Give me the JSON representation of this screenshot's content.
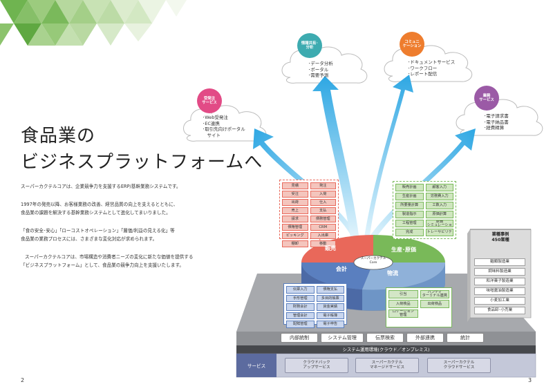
{
  "title_line1": "食品業の",
  "title_line2": "ビジネスプラットフォームへ",
  "body": {
    "p1": "スーパーカクテルコアは、企業競争力を支援するERP/基幹業務システムです。",
    "p2a": "1997年の発売以降、お客様業務の改善、経営品質の向上を支えるとともに、",
    "p2b": "食品業の課題を解決する基幹業務システムとして進化してまいりました。",
    "p3a": "「食の安全･安心」「ローコストオペレーション」「層価/利益の見える化」等",
    "p3b": "食品業の業務プロセスには、さまざまな変化対応が求められます。",
    "p4a": "スーパーカクテルコアは、市場構造や消費者ニーズの変化に新たな価値を提供する",
    "p4b": "「ビジネスプラットフォーム」として、食品業の競争力向上を支援いたします。"
  },
  "page_left": "2",
  "page_right": "3",
  "clouds": {
    "ordering": {
      "badge": "受発注\nサービス",
      "lines": [
        "･Web受発注",
        "･EC連携",
        "･取引先向けポータル",
        "　サイト"
      ]
    },
    "info": {
      "badge": "情報共有･\n分析",
      "lines": [
        "･データ分析",
        "･ポータル",
        "･需要予測"
      ]
    },
    "comm": {
      "badge": "コミュニ\nケーション",
      "lines": [
        "･ドキュメントサービス",
        "･ワークフロー",
        "･レポート配信"
      ]
    },
    "biz": {
      "badge": "業務\nサービス",
      "lines": [
        "･電子請求書",
        "･電子納品書",
        "･経費精算"
      ]
    }
  },
  "sales_panel": [
    "見積",
    "発注",
    "受注",
    "入荷",
    "出荷",
    "仕入",
    "売上",
    "支払",
    "請求",
    "債務管理",
    "債権管理",
    "CRM",
    "ピッキング",
    "入出庫",
    "棚卸",
    "移動"
  ],
  "production_panel": [
    "販売計画",
    "顧客入力",
    "生産計画",
    "労務費入力",
    "所要量計算",
    "工数入力",
    "製造指示",
    "原価計算",
    "工程管理",
    "原価\nシミュレーション",
    "完成",
    "トレーサビリティ"
  ],
  "accounting_panel": [
    "伝票入力",
    "債権支払",
    "手形管理",
    "多目的帳票",
    "財務会計",
    "資金実績",
    "管理会計",
    "電子帳簿",
    "配賦管理",
    "電子申告"
  ],
  "logistics_panel": [
    "引当",
    "ハンディ\nターミナル連携",
    "入荷検品",
    "出荷検品",
    "ロケーション\n管理"
  ],
  "pie": {
    "sales": "販売",
    "production": "生産･原価",
    "accounting": "会計",
    "logistics": "物流",
    "core_line1": "スーパーカクテル",
    "core_line2": "Core"
  },
  "func_boxes": [
    "内部統制",
    "システム管理",
    "伝票検索",
    "外部連携",
    "統計"
  ],
  "env_bar": "システム運用環境(クラウド／オンプレミス)",
  "services_label": "サービス",
  "services": [
    "クラウドバック\nアップサービス",
    "スーパーカクテル\nマネージドサービス",
    "スーパーカクテル\nクラウドサービス"
  ],
  "cases": {
    "title1": "業種事例",
    "title2": "450業種",
    "rows": [
      "麺類製造業",
      "調味料製造業",
      "和洋菓子製造業",
      "味噌醤油製造業",
      "小麦加工業",
      "食品卸･小売業"
    ]
  },
  "colors": {
    "sales": "#e9685a",
    "production": "#79b959",
    "accounting": "#5a7fbf",
    "logistics": "#8fb1d9",
    "arrow": "#2ea7e3",
    "badge_order": "#e24b86",
    "badge_info": "#3dabb0",
    "badge_comm": "#ee7d2e",
    "badge_biz": "#9b5aa6"
  }
}
